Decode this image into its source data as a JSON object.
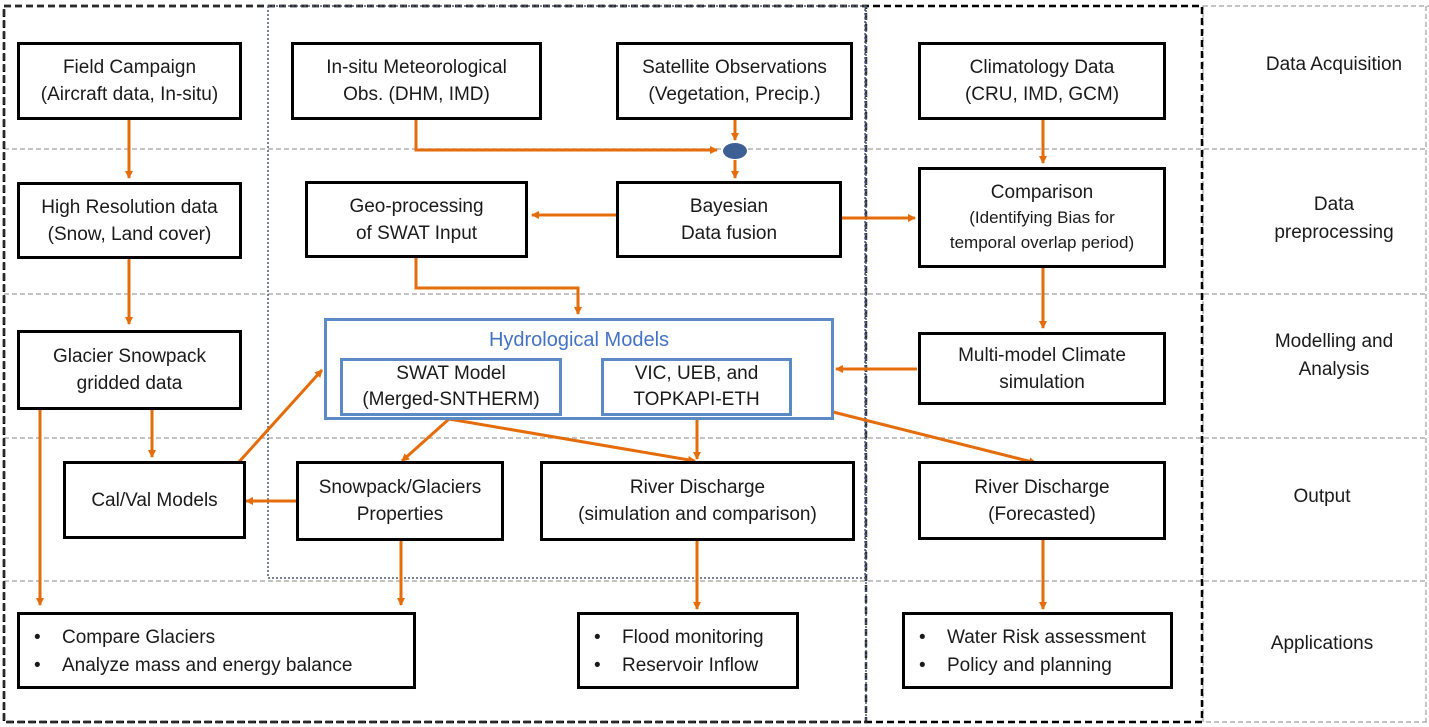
{
  "stages": {
    "acquisition": "Data Acquisition",
    "preprocessing": [
      "Data",
      "preprocessing"
    ],
    "modelling": [
      "Modelling and",
      "Analysis"
    ],
    "output": "Output",
    "applications": "Applications"
  },
  "boxes": {
    "field_campaign": [
      "Field Campaign",
      "(Aircraft data, In-situ)"
    ],
    "insitu_met": [
      "In-situ Meteorological",
      "Obs. (DHM, IMD)"
    ],
    "satellite": [
      "Satellite Observations",
      "(Vegetation, Precip.)"
    ],
    "climatology": [
      "Climatology Data",
      "(CRU, IMD, GCM)"
    ],
    "high_res": [
      "High Resolution data",
      "(Snow, Land cover)"
    ],
    "geo_processing": [
      "Geo-processing",
      "of SWAT Input"
    ],
    "bayesian": [
      "Bayesian",
      "Data fusion"
    ],
    "comparison": [
      "Comparison",
      "(Identifying Bias for",
      "temporal overlap period)"
    ],
    "glacier_snowpack": [
      "Glacier Snowpack",
      "gridded data"
    ],
    "multi_model": [
      "Multi-model Climate",
      "simulation"
    ],
    "cal_val": [
      "Cal/Val Models"
    ],
    "snowpack_props": [
      "Snowpack/Glaciers",
      "Properties"
    ],
    "river_sim": [
      "River Discharge",
      "(simulation and comparison)"
    ],
    "river_forecast": [
      "River Discharge",
      "(Forecasted)"
    ]
  },
  "hydro": {
    "title": "Hydrological Models",
    "swat": [
      "SWAT Model",
      "(Merged-SNTHERM)"
    ],
    "vic": [
      "VIC, UEB, and",
      "TOPKAPI-ETH"
    ]
  },
  "applications": {
    "glaciers": [
      "Compare Glaciers",
      "Analyze mass and energy balance"
    ],
    "flood": [
      "Flood monitoring",
      "Reservoir Inflow"
    ],
    "water": [
      "Water Risk assessment",
      "Policy and planning"
    ]
  },
  "bullet_char": "•",
  "colors": {
    "arrow": "#e46c0a",
    "fusion_node": "#3e5f94",
    "hydro_border": "#5b8ac5",
    "hydro_title": "#4472c4",
    "grid_line": "#b0b0b0"
  }
}
